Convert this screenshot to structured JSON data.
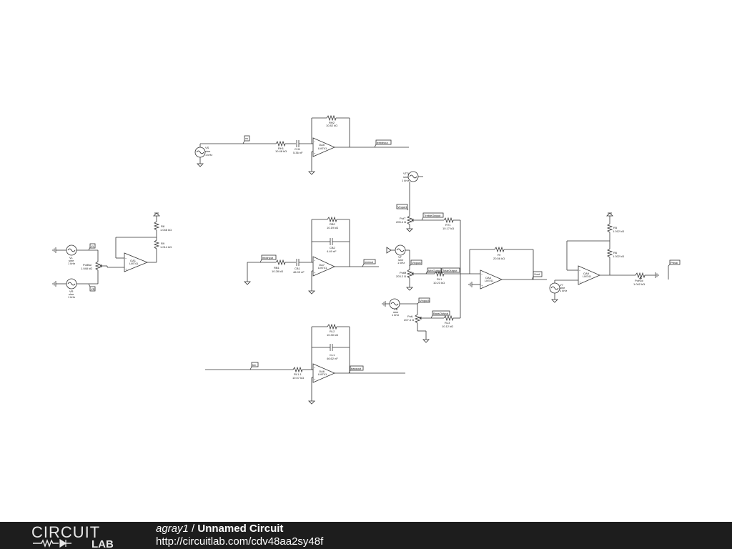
{
  "footer": {
    "logo_word": "CIRCUIT",
    "logo_sub": "LAB",
    "user": "agray1",
    "separator": " / ",
    "circuit_name": "Unnamed Circuit",
    "url": "http://circuitlab.com/cdv48aa2sy48f"
  },
  "schematic": {
    "sources": {
      "vs": [
        "VS",
        "sine",
        "1 kHz"
      ],
      "vl": [
        "VL",
        "sine",
        "1 kHz"
      ],
      "vr": [
        "VR",
        "sine",
        "1 kHz"
      ],
      "vtd": [
        "VTD",
        "sine",
        "1 kHz"
      ],
      "vt": [
        "VT",
        "sine",
        "1 kHz"
      ],
      "vb": [
        "VB",
        "sine",
        "1 kHz"
      ],
      "v7": [
        "V7",
        "sine",
        "1 kHz"
      ]
    },
    "opamps": {
      "oa5": [
        "OA5",
        "LM741"
      ],
      "oa1": [
        "OA1",
        "LM741"
      ],
      "oa7": [
        "OA7",
        "LM741"
      ],
      "oa6": [
        "OA6",
        "LM741"
      ],
      "oa4": [
        "OA4",
        "LM741"
      ],
      "oa9": [
        "OA9",
        "LM741"
      ]
    },
    "parts": {
      "rh2": [
        "RH2",
        "10.82 kΩ"
      ],
      "rh1": [
        "RH1",
        "10.48 kΩ"
      ],
      "ch1": [
        "CH1",
        "5.36 nF"
      ],
      "rb2": [
        "RB2",
        "10.19 kΩ"
      ],
      "cb2": [
        "CB2",
        "4.49 nF"
      ],
      "rb1": [
        "RB1",
        "10.28 kΩ"
      ],
      "cb1": [
        "CB1",
        "46.09 nF"
      ],
      "rl2": [
        "RL2",
        "10.30 kΩ"
      ],
      "cl1": [
        "CL1",
        "46.62 nF"
      ],
      "rl11": [
        "RL1-1",
        "10.07 kΩ"
      ],
      "r8": [
        "R8",
        "1.048 kΩ"
      ],
      "r9": [
        "R9",
        "1.014 kΩ"
      ],
      "pot2": [
        "PotBal",
        "1.048 kΩ"
      ],
      "pott": [
        "PotT",
        "205.4 Ω"
      ],
      "potm": [
        "PotM",
        "203.2 Ω"
      ],
      "potl": [
        "PotL",
        "207.4 Ω"
      ],
      "rt1": [
        "RT1",
        "10.17 kΩ"
      ],
      "rl1": [
        "RL1",
        "10.23 kΩ"
      ],
      "rl3": [
        "RL3",
        "10.12 kΩ"
      ],
      "rf": [
        "Rf",
        "20.56 kΩ"
      ],
      "r5": [
        "R5",
        "1.012 kΩ"
      ],
      "r6": [
        "R6",
        "1.022 kΩ"
      ],
      "potvol": [
        "PotVol",
        "1.042 kΩ"
      ]
    },
    "tags": {
      "in_vs": "vs",
      "trebleout": "trebleout",
      "midinput": "midinput",
      "midout": "midout",
      "bassin": "bin",
      "bassout": "bassout",
      "vl": "VL",
      "vr": "VR",
      "vinput1": "Vinput1",
      "vinput2": "Vinput2",
      "vinput3": "Vinput3",
      "treble_output": "TrebleOutput",
      "mid_output": "MidOutput",
      "total_output": "TotalOutput",
      "bass_output": "BassOutput",
      "vout": "Vout",
      "pfinal": "Pfinal"
    }
  }
}
